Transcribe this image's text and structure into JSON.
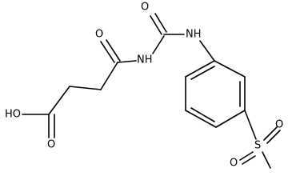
{
  "structure_diagram": {
    "atom_labels": {
      "acid_hydroxyl": "HO",
      "acid_carbonyl_oxygen": "O",
      "amide_carbonyl_oxygen": "O",
      "imide_nitrogen": "NH",
      "urea_carbonyl_oxygen": "O",
      "aniline_nitrogen": "NH",
      "sulfur": "S",
      "sulfonyl_oxygen_top": "O",
      "sulfonyl_oxygen_left": "O"
    },
    "colors": {
      "bond": "#000000",
      "text": "#000000",
      "background": "#ffffff"
    }
  }
}
